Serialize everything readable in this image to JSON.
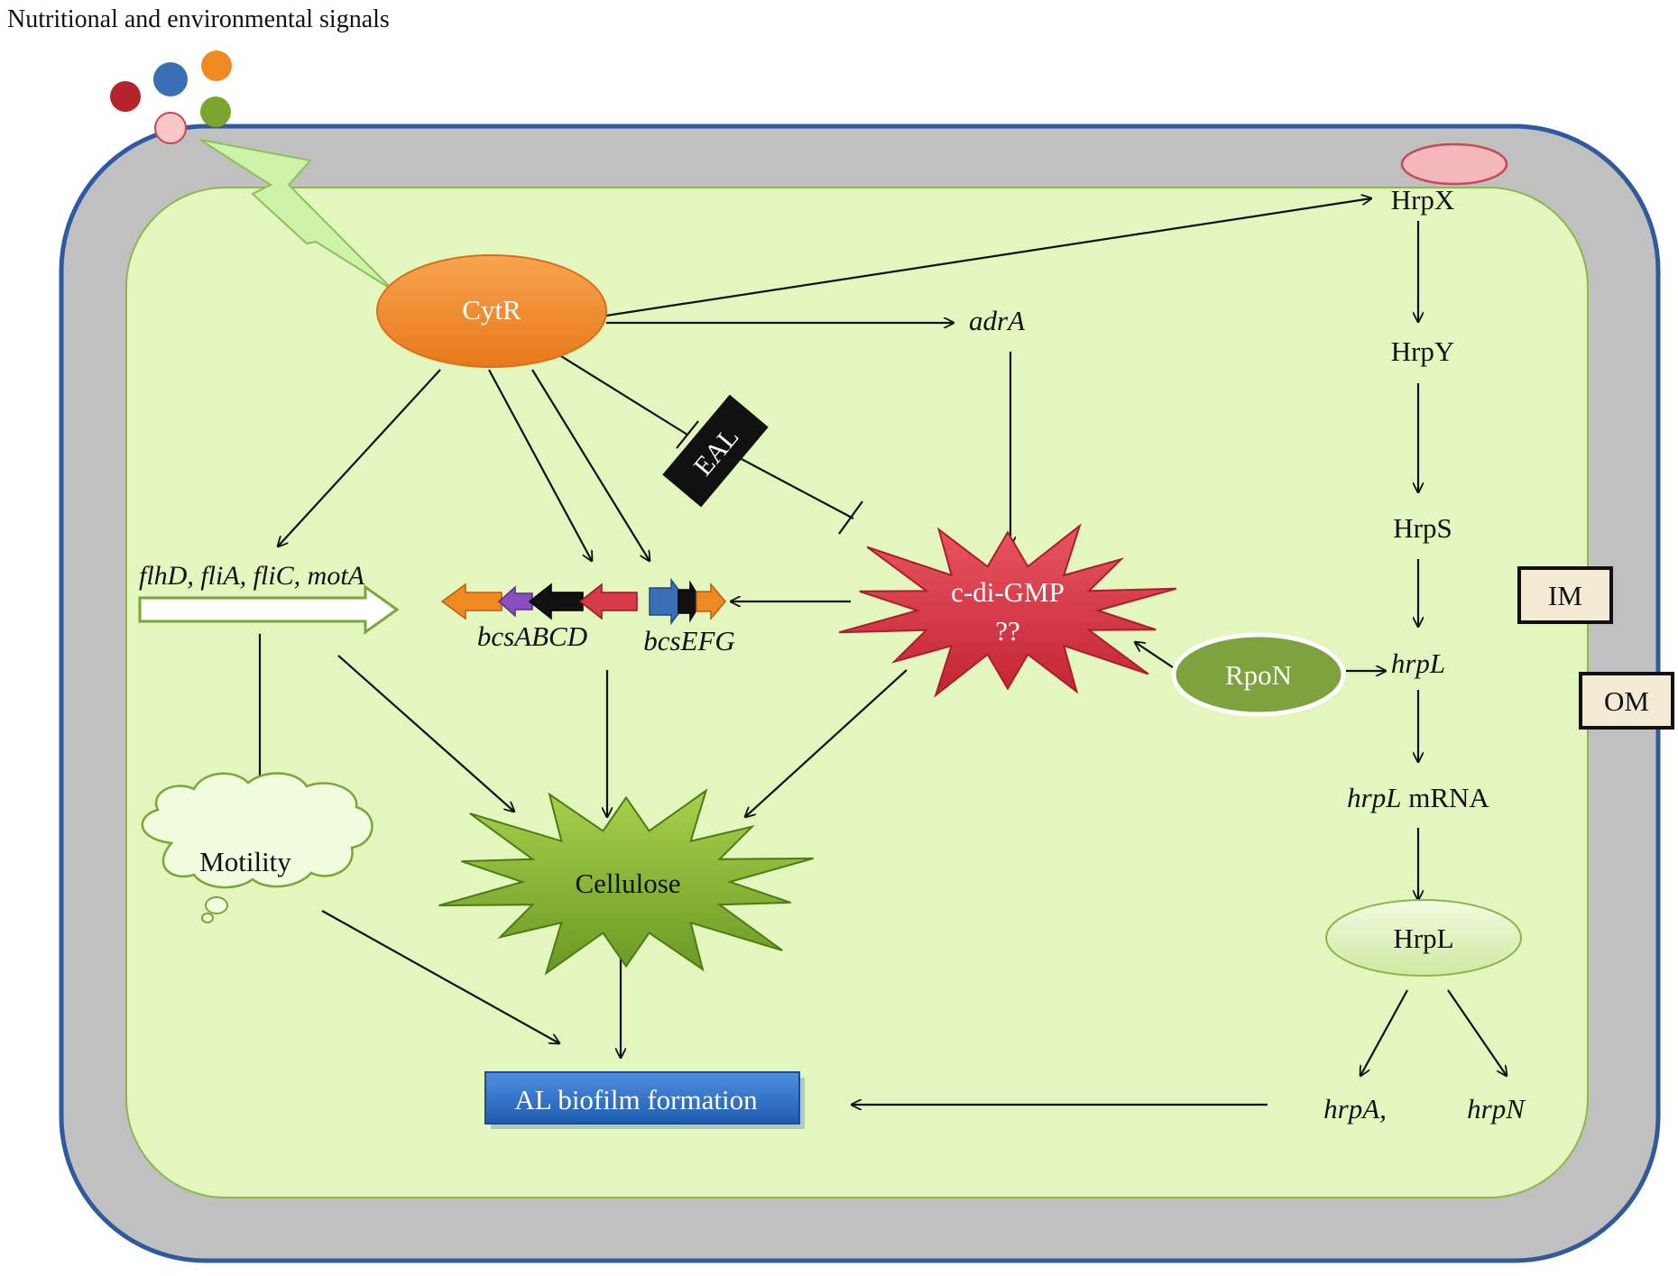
{
  "signals_label": "Nutritional and environmental signals",
  "colors": {
    "membrane_outer": "#2f5aa0",
    "membrane_fill": "#c0c0c0",
    "cytoplasm": "#e4f7c2",
    "cytr": "#f28c28",
    "rpon": "#7ea33e",
    "cdigmp": "#d93240",
    "cellulose": "#7aa82c",
    "biofilm_box": "#2e6fc7",
    "membrane_protein": "#f4b8bc"
  },
  "molecules": [
    {
      "name": "red-molecule",
      "color": "#b3242c"
    },
    {
      "name": "blue-molecule",
      "color": "#3a6fb5"
    },
    {
      "name": "orange-molecule",
      "color": "#ef8a23"
    },
    {
      "name": "pink-molecule",
      "color": "#f7c6c9"
    },
    {
      "name": "green-molecule",
      "color": "#7aa62f"
    }
  ],
  "nodes": {
    "cytr": "CytR",
    "hrpx": "HrpX",
    "hrpy": "HrpY",
    "hrps": "HrpS",
    "hrpl_gene": "hrpL",
    "hrpl_mrna_italic": "hrpL",
    "hrpl_mrna_rest": " mRNA",
    "hrpl_protein": "HrpL",
    "hrpa": "hrpA,",
    "hrpn": "hrpN",
    "adra": "adrA",
    "eal": "EAL",
    "cdigmp_line1": "c-di-GMP",
    "cdigmp_line2": "??",
    "rpon": "RpoN",
    "flagella_genes": "flhD, fliA, fliC, motA",
    "bcs_abcd": "bcsABCD",
    "bcs_efg": "bcsEFG",
    "motility": "Motility",
    "cellulose": "Cellulose",
    "biofilm": "AL biofilm formation",
    "im": "IM",
    "om": "OM"
  }
}
